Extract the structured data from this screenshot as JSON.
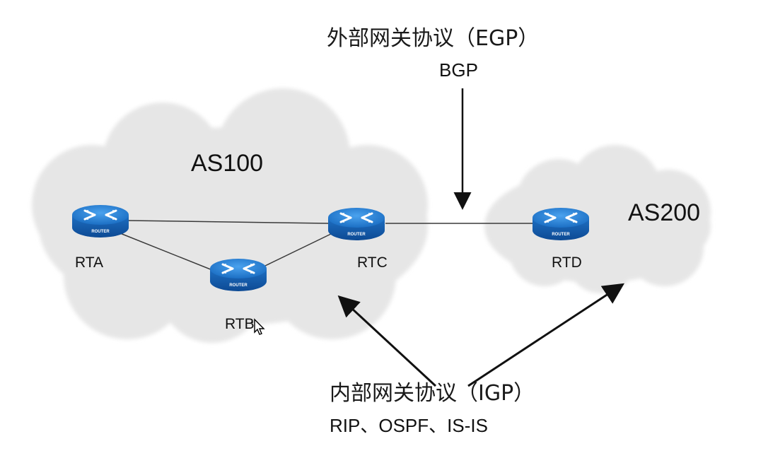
{
  "egp": {
    "title": "外部网关协议（EGP）",
    "protocols": "BGP"
  },
  "igp": {
    "title": "内部网关协议（IGP）",
    "protocols": "RIP、OSPF、IS-IS"
  },
  "autonomous_systems": [
    {
      "label": "AS100"
    },
    {
      "label": "AS200"
    }
  ],
  "routers": [
    {
      "label": "RTA",
      "badge": "ROUTER"
    },
    {
      "label": "RTB",
      "badge": "ROUTER"
    },
    {
      "label": "RTC",
      "badge": "ROUTER"
    },
    {
      "label": "RTD",
      "badge": "ROUTER"
    }
  ],
  "colors": {
    "cloud_fill": "#e6e6e6",
    "router_blue": "#1565c0",
    "router_top": "#2f86d6",
    "link": "#3a3a3a",
    "arrow": "#111111"
  }
}
